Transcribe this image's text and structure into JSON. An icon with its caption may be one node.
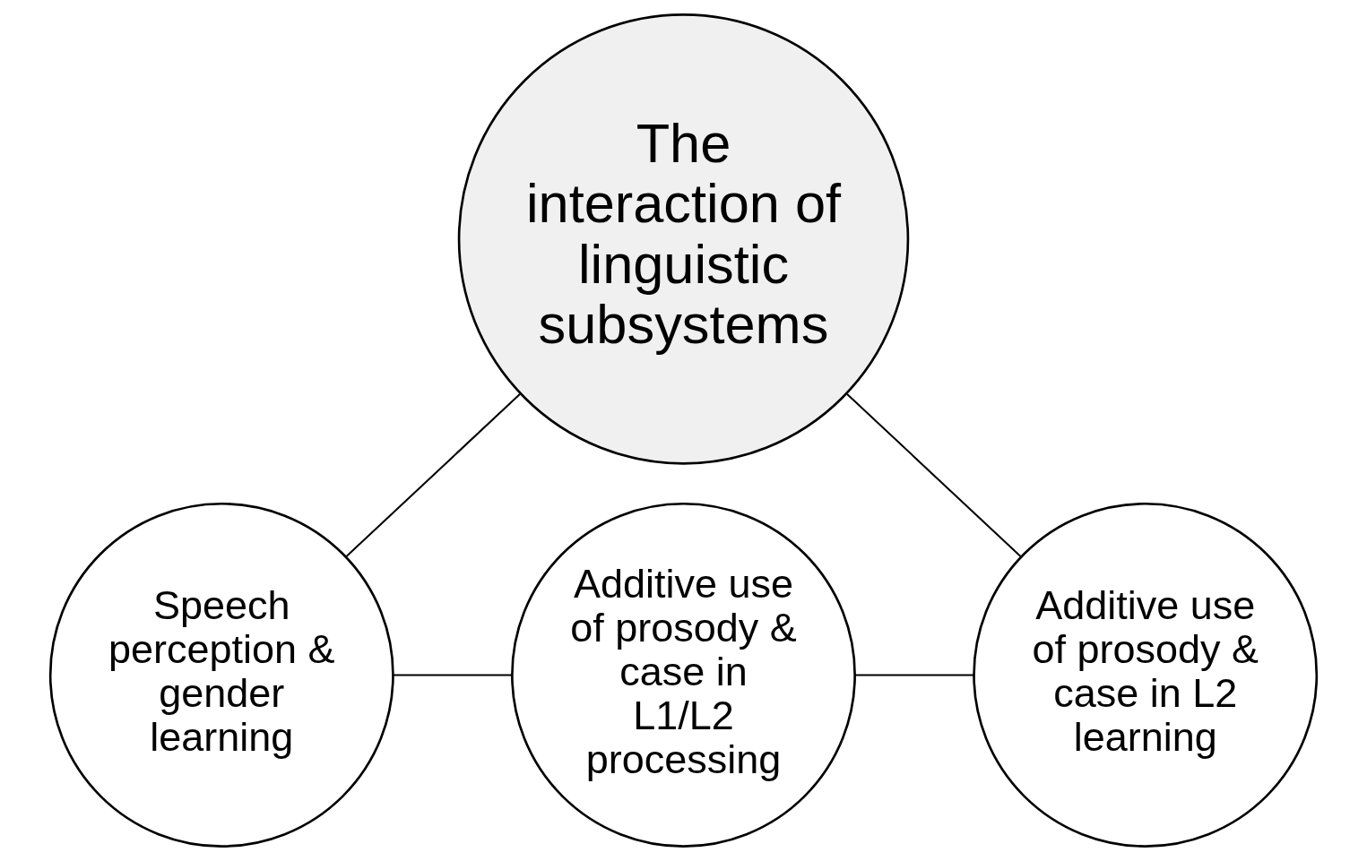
{
  "diagram": {
    "nodes": [
      {
        "text": [
          "The interaction of linguistic subsystems"
        ]
      },
      {
        "text": [
          "Speech perception & gender learning"
        ]
      },
      {
        "text": [
          "Additive use of prosody & case in L1/L2 processing"
        ]
      },
      {
        "text": [
          "Additive use of prosody & case in L2 learning"
        ]
      }
    ],
    "edges": [
      {
        "from": 0,
        "to": 1,
        "arrow": "none"
      },
      {
        "from": 0,
        "to": 3,
        "arrow": "none"
      },
      {
        "from": 1,
        "to": 2,
        "arrow": "none"
      },
      {
        "from": 2,
        "to": 3,
        "arrow": "none"
      }
    ]
  }
}
